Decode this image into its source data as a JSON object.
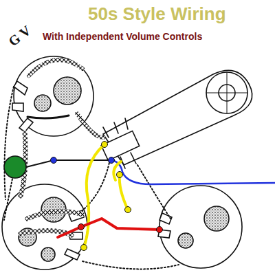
{
  "diagram": {
    "title": "50s Style Wiring",
    "labels": [
      "With Independent Volume Controls",
      "G V"
    ]
  }
}
